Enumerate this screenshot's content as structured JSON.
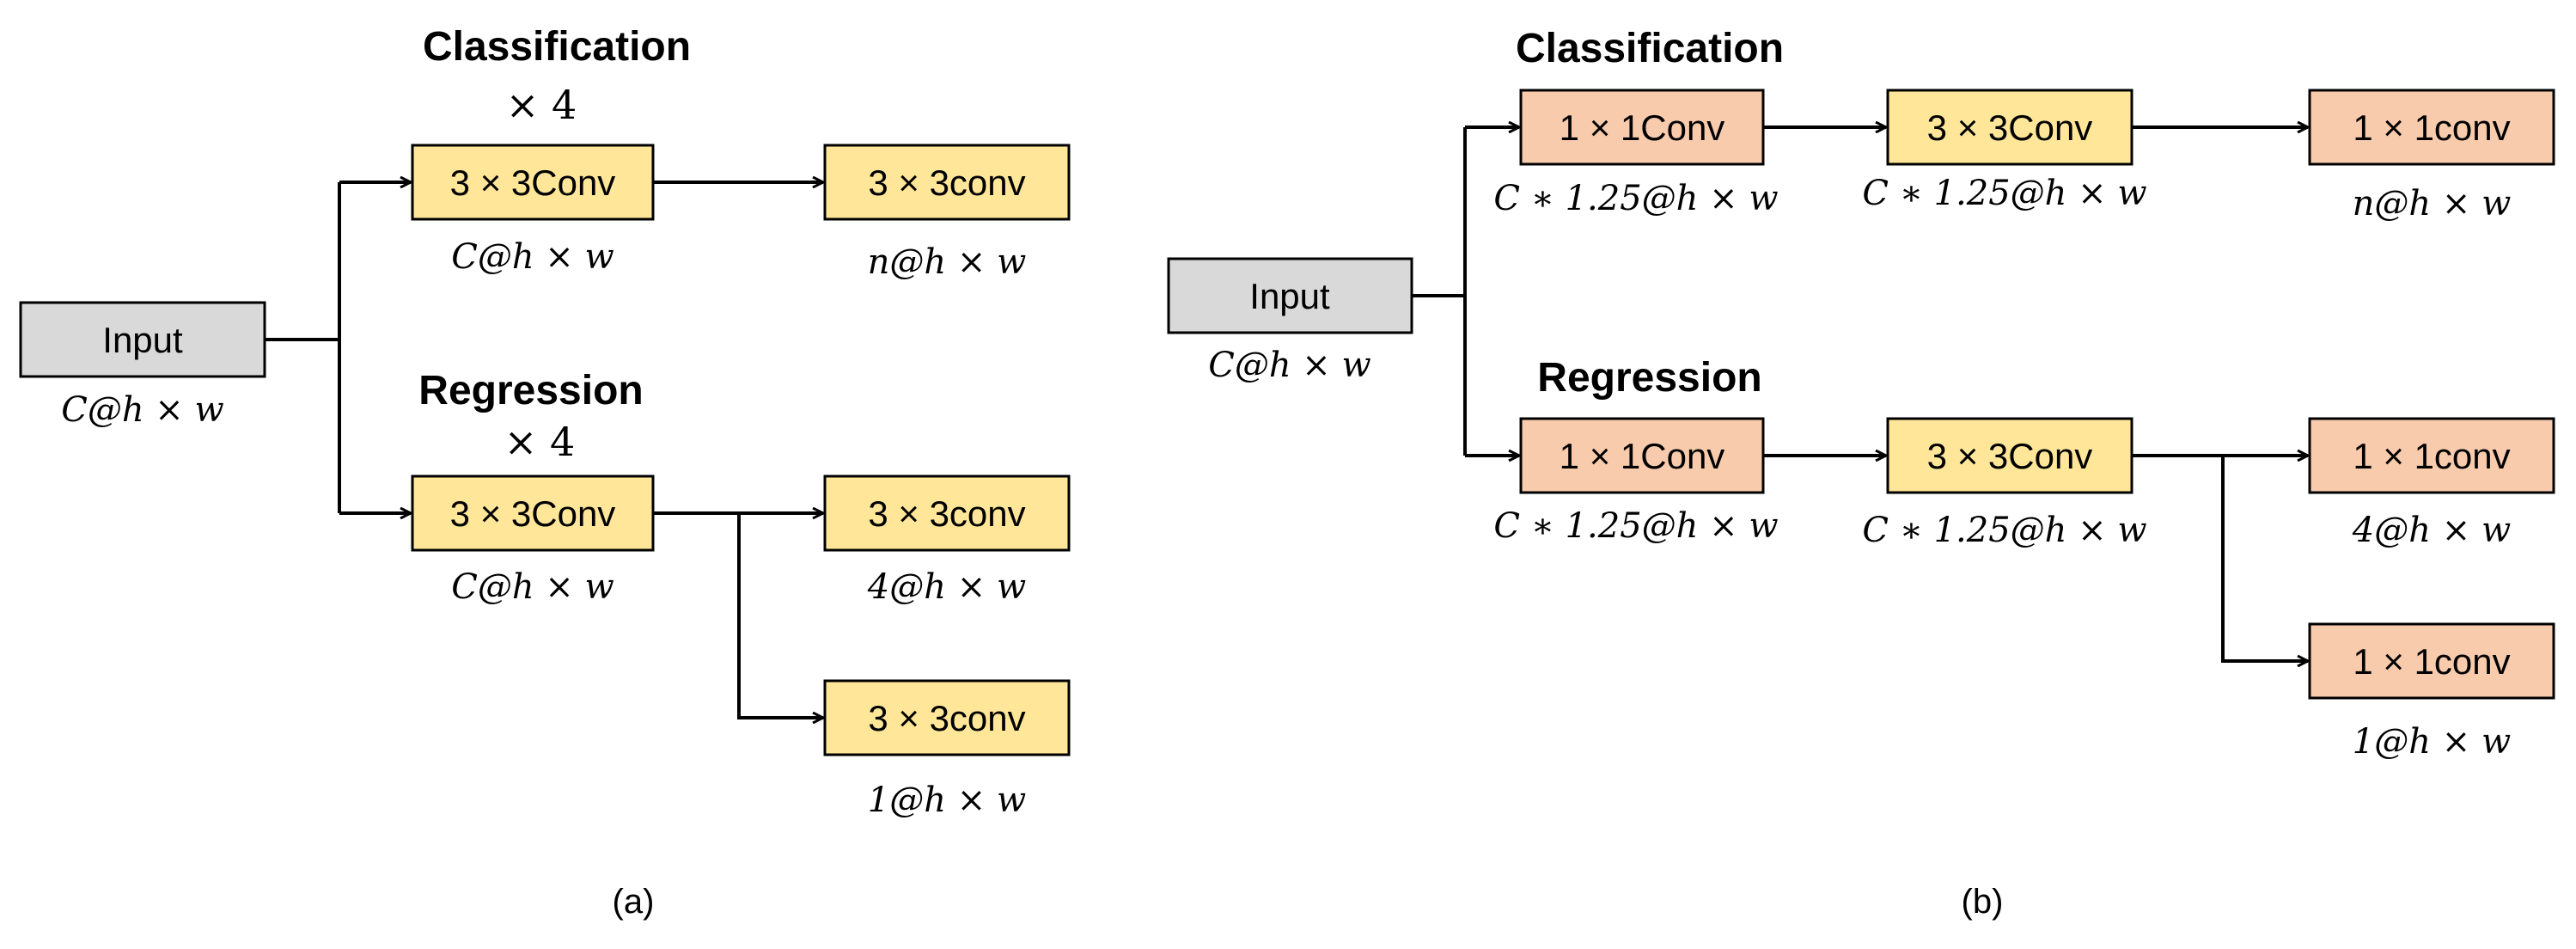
{
  "colors": {
    "input_fill": "#d9d9d9",
    "conv3_fill": "#ffe699",
    "conv1_fill": "#f8cbad",
    "stroke": "#000000"
  },
  "a": {
    "caption": "(a)",
    "input": {
      "label": "Input",
      "dim": "C@h × w"
    },
    "classification": {
      "heading": "Classification",
      "repeat": "× 4",
      "conv": {
        "label": "3 × 3Conv",
        "dim": "C@h × w"
      },
      "out": {
        "label": "3 × 3conv",
        "dim": "n@h × w"
      }
    },
    "regression": {
      "heading": "Regression",
      "repeat": "× 4",
      "conv": {
        "label": "3 × 3Conv",
        "dim": "C@h × w"
      },
      "out1": {
        "label": "3 × 3conv",
        "dim": "4@h × w"
      },
      "out2": {
        "label": "3 × 3conv",
        "dim": "1@h × w"
      }
    }
  },
  "b": {
    "caption": "(b)",
    "input": {
      "label": "Input",
      "dim": "C@h  × w"
    },
    "classification": {
      "heading": "Classification",
      "conv1": {
        "label": "1 × 1Conv",
        "dim": "C ∗ 1.25@h × w"
      },
      "conv2": {
        "label": "3 × 3Conv",
        "dim": "C ∗ 1.25@h × w"
      },
      "out": {
        "label": "1 × 1conv",
        "dim": "n@h × w"
      }
    },
    "regression": {
      "heading": "Regression",
      "conv1": {
        "label": "1 × 1Conv",
        "dim": "C ∗ 1.25@h × w"
      },
      "conv2": {
        "label": "3 × 3Conv",
        "dim": "C ∗ 1.25@h × w"
      },
      "out1": {
        "label": "1 × 1conv",
        "dim": "4@h × w"
      },
      "out2": {
        "label": "1 × 1conv",
        "dim": "1@h × w"
      }
    }
  }
}
